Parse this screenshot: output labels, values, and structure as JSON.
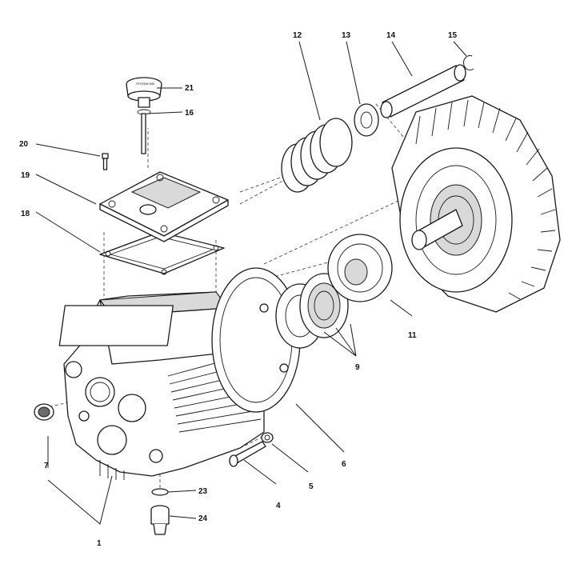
{
  "callouts": {
    "c1": "1",
    "c4": "4",
    "c5": "5",
    "c6": "6",
    "c7": "7",
    "c9": "9",
    "c11": "11",
    "c12": "12",
    "c13": "13",
    "c14": "14",
    "c15": "15",
    "c16": "16",
    "c18": "18",
    "c19": "19",
    "c20": "20",
    "c21": "21",
    "c23": "23",
    "c24": "24"
  },
  "knob_text": "STRÖMLINE"
}
